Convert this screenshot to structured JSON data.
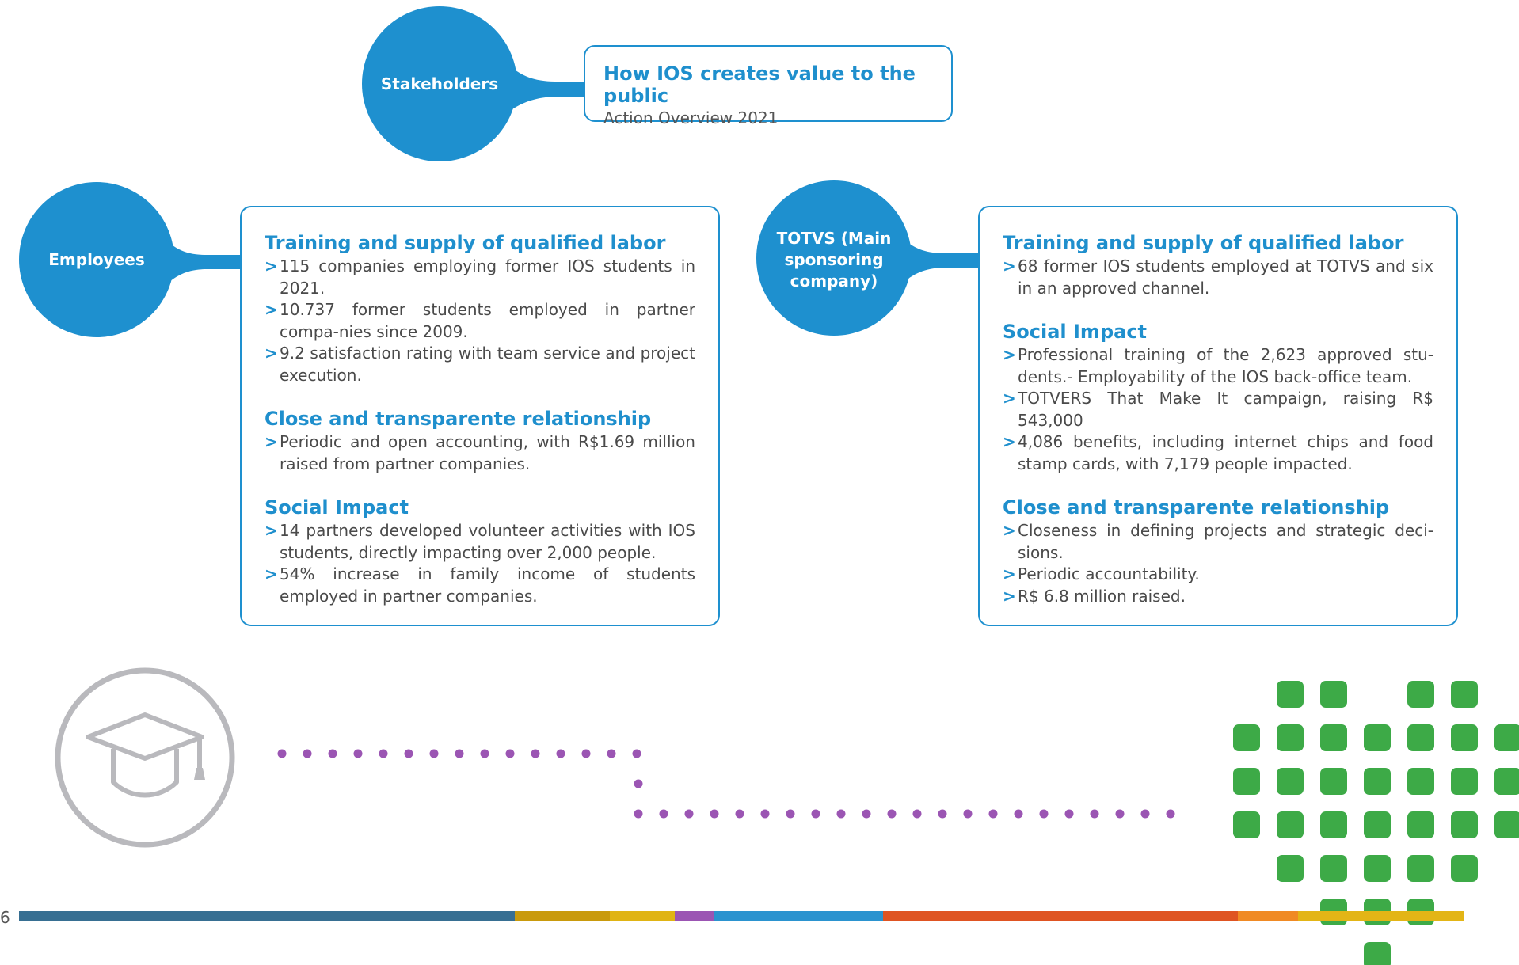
{
  "stakeholders": {
    "label": "Stakeholders"
  },
  "header_card": {
    "title": "How IOS creates value to the public",
    "subtitle": "Action Overview 2021"
  },
  "employees": {
    "label": "Employees",
    "sections": [
      {
        "title": "Training and supply of qualified labor",
        "items": [
          "115 companies employing former IOS students in 2021.",
          "10.737 former students employed in partner compa-nies since 2009.",
          "9.2 satisfaction rating with team service and project execution."
        ]
      },
      {
        "title": "Close and transparente relationship",
        "items": [
          "Periodic and open accounting, with R$1.69 million raised from partner companies."
        ]
      },
      {
        "title": "Social Impact",
        "items": [
          "14 partners developed volunteer activities with IOS students, directly impacting over 2,000 people.",
          "54% increase in family income of students employed in partner companies."
        ]
      }
    ]
  },
  "totvs": {
    "label_line1": "TOTVS (Main",
    "label_line2": "sponsoring",
    "label_line3": "company)",
    "sections": [
      {
        "title": "Training and supply of qualified labor",
        "items": [
          "68 former IOS students employed at TOTVS and six in an approved channel."
        ]
      },
      {
        "title": "Social Impact",
        "items": [
          "Professional training of the 2,623 approved stu-dents.- Employability of the IOS back-office team.",
          "TOTVERS That Make It campaign, raising R$ 543,000",
          "4,086 benefits, including internet chips and food stamp cards, with 7,179 people impacted."
        ]
      },
      {
        "title": "Close and transparente relationship",
        "items": [
          "Closeness in defining projects and strategic deci-sions.",
          "Periodic accountability.",
          "R$ 6.8 million raised."
        ]
      }
    ]
  },
  "bullet_marker": ">",
  "page_number": "6",
  "icons": {
    "cap": "graduation-cap-icon",
    "grid": "heart-dot-grid-icon"
  },
  "colors": {
    "accent_blue": "#1e90cf",
    "dot_purple": "#9b55b3",
    "grid_green": "#3daa47",
    "icon_gray": "#b9b9bd"
  }
}
